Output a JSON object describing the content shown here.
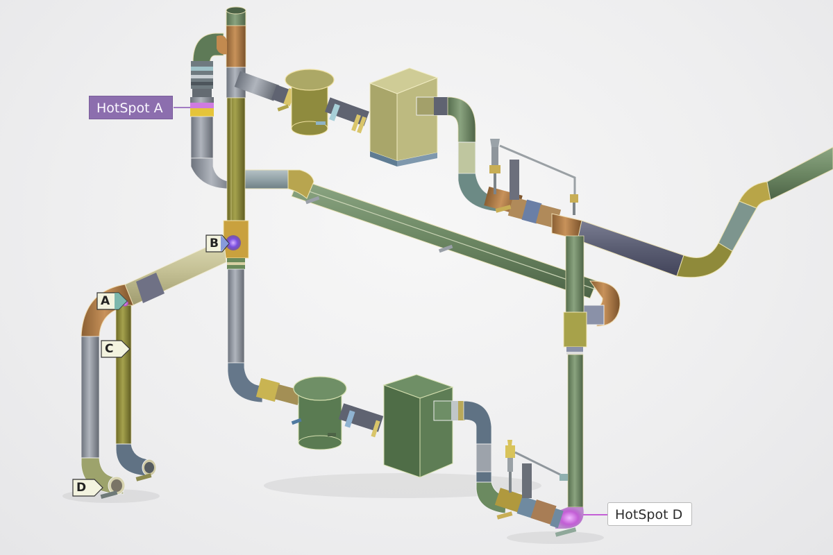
{
  "diagram": {
    "type": "3D isometric piping layout",
    "colors": {
      "background": "#efefef",
      "pipe_green": "#6f8a66",
      "pipe_olive": "#8c8a3c",
      "pipe_grey": "#8d939c",
      "pipe_slate": "#5c5f74",
      "pipe_copper": "#b0814f",
      "pipe_khaki": "#c9c59a",
      "equipment_khaki": "#b7b57a",
      "equipment_green": "#5f7f55",
      "hotspot_magenta": "#c35fd6",
      "hotspot_label_purple": "#8c6eae"
    }
  },
  "callouts": {
    "hotspot_a": "HotSpot A",
    "hotspot_d": "HotSpot D"
  },
  "tags": {
    "a": "A",
    "b": "B",
    "c": "C",
    "d": "D"
  },
  "equipment": [
    {
      "name": "upper-strainer",
      "shape": "cylinder"
    },
    {
      "name": "upper-tank",
      "shape": "box"
    },
    {
      "name": "lower-strainer",
      "shape": "cylinder"
    },
    {
      "name": "lower-tank",
      "shape": "box"
    },
    {
      "name": "upper-control-valve-assembly",
      "shape": "valve"
    },
    {
      "name": "lower-control-valve-assembly",
      "shape": "valve"
    }
  ]
}
